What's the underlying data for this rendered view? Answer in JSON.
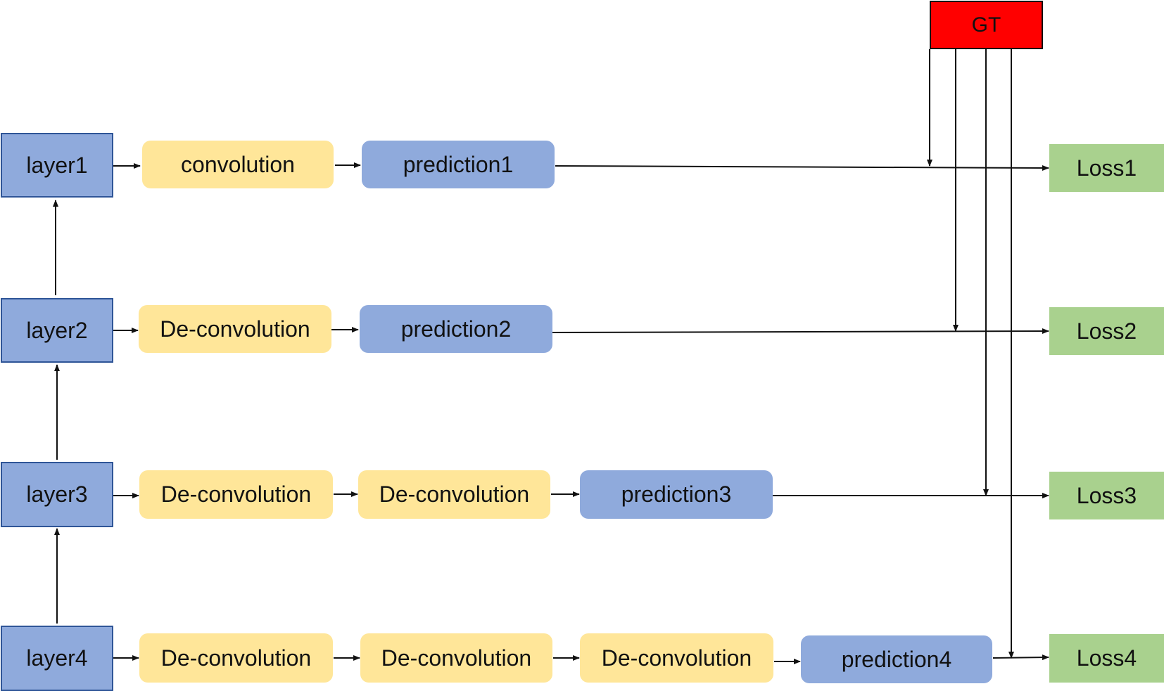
{
  "colors": {
    "layer_fill": "#8faadc",
    "layer_border": "#2f5597",
    "op_fill": "#ffe699",
    "pred_fill": "#8faadc",
    "loss_fill": "#a9d18e",
    "gt_fill": "#ff0000",
    "line": "#111111"
  },
  "diagram": {
    "gt_label": "GT",
    "layers": [
      "layer1",
      "layer2",
      "layer3",
      "layer4"
    ],
    "rows": [
      {
        "ops": [
          "convolution"
        ],
        "prediction": "prediction1",
        "loss": "Loss1"
      },
      {
        "ops": [
          "De-convolution"
        ],
        "prediction": "prediction2",
        "loss": "Loss2"
      },
      {
        "ops": [
          "De-convolution",
          "De-convolution"
        ],
        "prediction": "prediction3",
        "loss": "Loss3"
      },
      {
        "ops": [
          "De-convolution",
          "De-convolution",
          "De-convolution"
        ],
        "prediction": "prediction4",
        "loss": "Loss4"
      }
    ]
  }
}
